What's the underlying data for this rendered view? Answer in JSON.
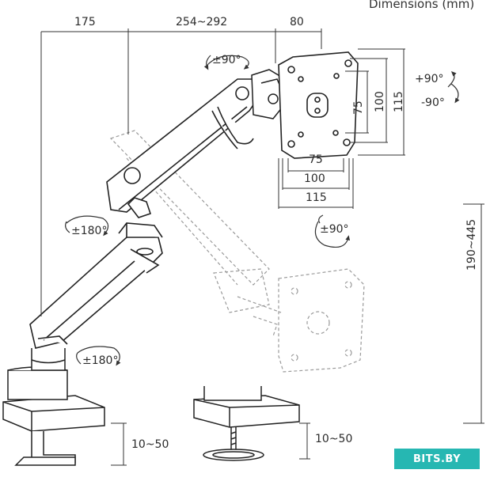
{
  "title": "Dimensions (mm)",
  "dims": {
    "reach_base": "175",
    "reach_arm": "254~292",
    "reach_head": "80",
    "vesa_h_75": "75",
    "vesa_h_100": "100",
    "vesa_h_115": "115",
    "vesa_v_75": "75",
    "vesa_v_100": "100",
    "vesa_v_115": "115",
    "height_range": "190~445",
    "clamp_left": "10~50",
    "clamp_right": "10~50"
  },
  "rotations": {
    "head_swivel": "±90°",
    "tilt_up": "+90°",
    "tilt_down": "-90°",
    "plate_rotate": "±90°",
    "elbow": "±180°",
    "base": "±180°"
  },
  "watermark": "BITS.BY"
}
